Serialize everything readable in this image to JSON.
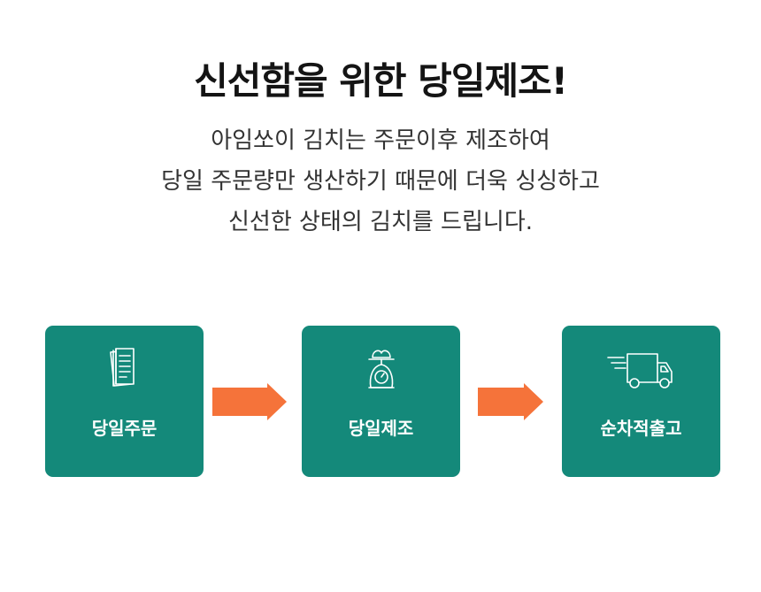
{
  "heading": "신선함을 위한 당일제조!",
  "description": [
    "아임쏘이 김치는 주문이후 제조하여",
    "당일 주문량만 생산하기 때문에 더욱 싱싱하고",
    "신선한 상태의 김치를 드립니다."
  ],
  "steps": [
    {
      "label": "당일주문",
      "icon": "document-icon"
    },
    {
      "label": "당일제조",
      "icon": "scale-icon"
    },
    {
      "label": "순차적출고",
      "icon": "delivery-truck-icon"
    }
  ],
  "colors": {
    "card": "#14897a",
    "arrow": "#f5733a",
    "text": "#141414"
  }
}
